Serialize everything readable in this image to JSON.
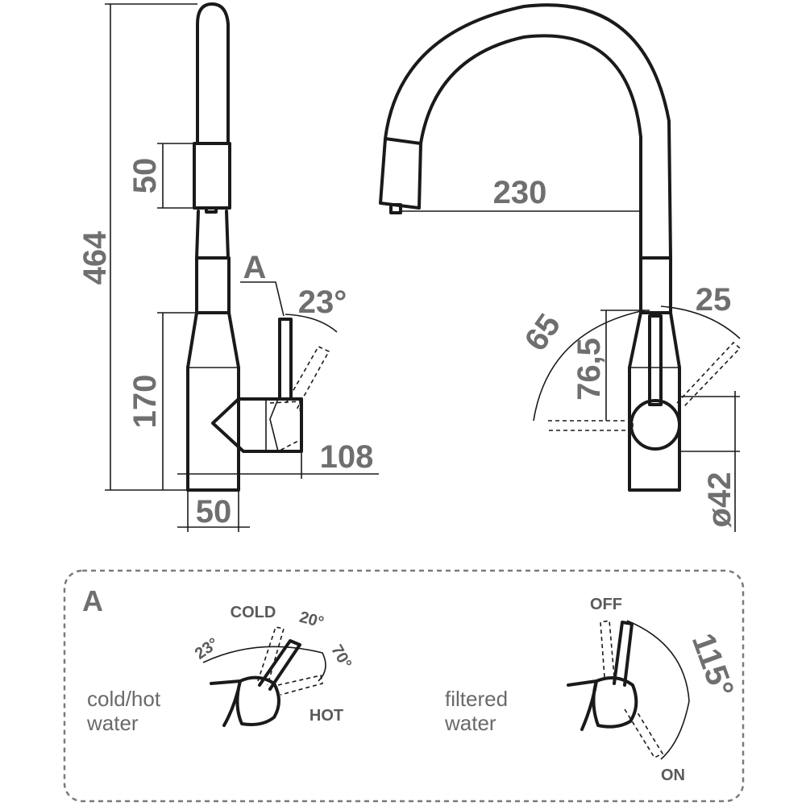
{
  "dimensions": {
    "height_total": "464",
    "head_length": "50",
    "base_height": "170",
    "base_width": "50",
    "handle_reach": "108",
    "spout_reach": "230",
    "handle_angle": "23°",
    "view_label": "A",
    "handle_arc": "65",
    "handle_height": "76,5",
    "handle_tilt": "25",
    "diameter": "ø42"
  },
  "detail": {
    "label": "A",
    "left": {
      "desc_line1": "cold/hot",
      "desc_line2": "water",
      "cold": "COLD",
      "hot": "HOT",
      "angle_23": "23°",
      "angle_20": "20°",
      "angle_70": "70°"
    },
    "right": {
      "desc_line1": "filtered",
      "desc_line2": "water",
      "off": "OFF",
      "on": "ON",
      "angle_115": "115°"
    }
  }
}
